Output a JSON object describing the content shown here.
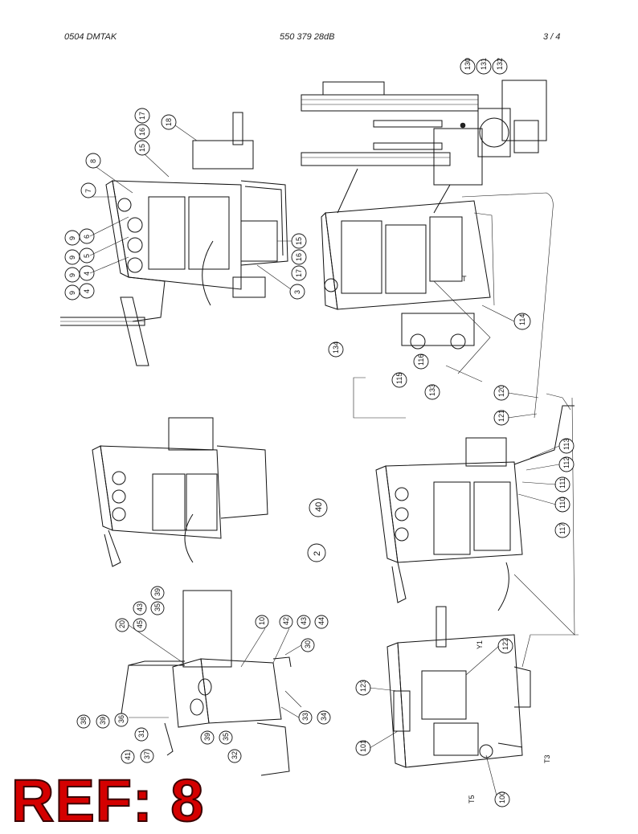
{
  "header": {
    "left": "0504 DMTAK",
    "center": "550 379 28dB",
    "right": "3 /   4"
  },
  "ref_label": "REF: 8",
  "callouts": [
    "130",
    "131",
    "132",
    "18",
    "17",
    "16",
    "15",
    "8",
    "7",
    "9",
    "6",
    "9",
    "5",
    "9",
    "4",
    "9",
    "4",
    "15",
    "16",
    "17",
    "3",
    "134",
    "116",
    "115",
    "133",
    "114",
    "120",
    "121",
    "113",
    "112",
    "111",
    "110",
    "117",
    "40",
    "2",
    "39",
    "35",
    "43",
    "45",
    "20",
    "10",
    "42",
    "43",
    "44",
    "30",
    "38",
    "39",
    "36",
    "31",
    "41",
    "37",
    "39",
    "35",
    "32",
    "33",
    "34",
    "123",
    "101",
    "122",
    "Y1",
    "T3",
    "T5",
    "100",
    "T"
  ]
}
